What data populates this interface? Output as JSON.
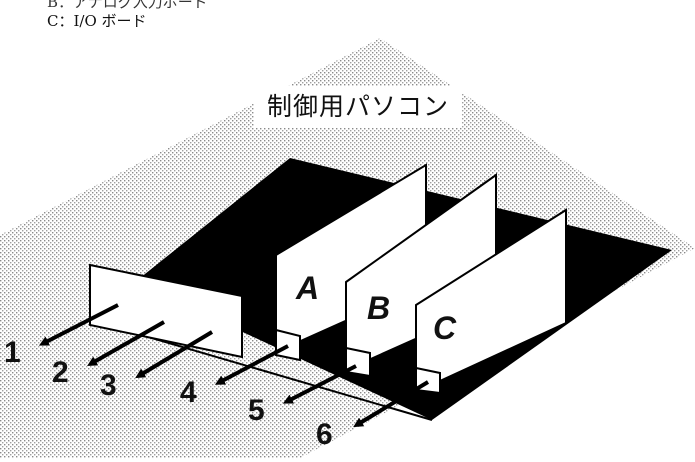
{
  "captions": {
    "line_top": "B：アナログ入力ボード",
    "line_c": "C：I/O ボード"
  },
  "pc_label": "制御用パソコン",
  "cards": [
    {
      "letter": "A"
    },
    {
      "letter": "B"
    },
    {
      "letter": "C"
    }
  ],
  "numbers": [
    "1",
    "2",
    "3",
    "4",
    "5",
    "6"
  ]
}
